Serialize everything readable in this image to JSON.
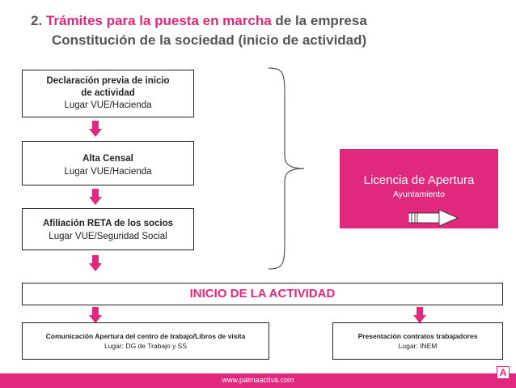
{
  "header": {
    "number": "2.",
    "highlight": "Trámites para la puesta en marcha",
    "rest": " de la empresa",
    "subtitle": "Constitución de la sociedad (inicio de actividad)"
  },
  "steps": [
    {
      "line1": "Declaración previa de inicio",
      "line2": "de actividad",
      "place": "Lugar VUE/Hacienda"
    },
    {
      "line1": "Alta  Censal",
      "place": "Lugar VUE/Hacienda"
    },
    {
      "line1": "Afiliación RETA de los socios",
      "place": "Lugar VUE/Seguridad Social"
    }
  ],
  "licencia": {
    "title": "Licencia de Apertura",
    "subtitle": "Ayuntamiento"
  },
  "inicio": "INICIO DE LA ACTIVIDAD",
  "bottom": [
    {
      "title": "Comunicación Apertura del centro de trabajo/Libros de visita",
      "place": "Lugar: DG de Trabajo y SS"
    },
    {
      "title": "Presentación contratos trabajadores",
      "place": "Lugar: INEM"
    }
  ],
  "footer": {
    "url": "www.palmaactiva.com",
    "logo_letter": "A"
  },
  "colors": {
    "accent": "#e0287d",
    "text": "#555555"
  }
}
